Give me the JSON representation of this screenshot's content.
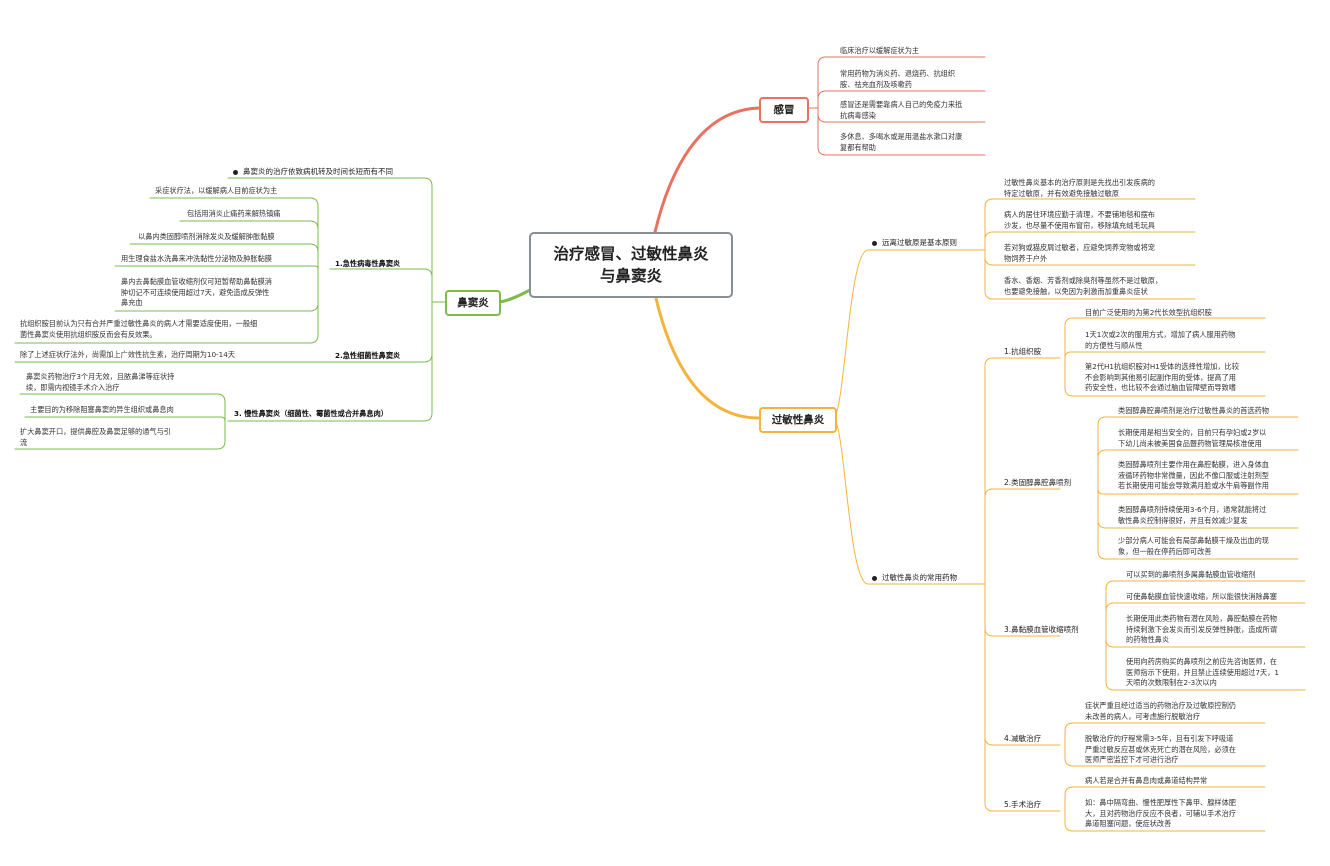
{
  "center_title": "治疗感冒、过敏性鼻炎\n与鼻窦炎",
  "colors": {
    "cold": "#e87261",
    "allergy": "#f3b43c",
    "sinus": "#7dbb4d",
    "center_border": "#8a8f95"
  },
  "cold": {
    "title": "感冒",
    "items": [
      "临床治疗以缓解症状为主",
      "常用药物为消炎药、退烧药、抗组织\n胺、祛充血剂及咳嗽药",
      "感冒还是需要靠病人自己的免疫力来抵\n抗病毒感染",
      "多休息、多喝水或是用温盐水漱口对康\n复都有帮助"
    ]
  },
  "allergy": {
    "title": "过敏性鼻炎",
    "principle": {
      "label": "远离过敏原是基本原则",
      "items": [
        "过敏性鼻炎基本的治疗原则是先找出引发疾病的\n特定过敏原，并有效避免接触过敏原",
        "病人的居住环境应勤于清理，不要铺地毯和摆布\n沙发，也尽量不使用布窗帘，移除填充绒毛玩具",
        "若对狗或猫皮屑过敏者，应避免饲养宠物或将宠\n物饲养于户外",
        "香水、香烟、芳香剂或除臭剂等虽然不是过敏原，\n也要避免接触，以免因为刺激而加重鼻炎症状"
      ]
    },
    "drugs": {
      "label": "过敏性鼻炎的常用药物",
      "groups": [
        {
          "label": "1.抗组织胺",
          "items": [
            "目前广泛使用的为第2代长效型抗组织胺",
            "1天1次或2次的服用方式，增加了病人服用药物\n的方便性与顺从性",
            "第2代H1抗组织胺对H1受体的选择性增加，比较\n不会影响到其他易引起副作用的受体，提高了用\n药安全性，也比较不会通过脑血管障壁而导致嗜"
          ]
        },
        {
          "label": "2.类固醇鼻腔鼻喷剂",
          "items": [
            "类固醇鼻腔鼻喷剂是治疗过敏性鼻炎的首选药物",
            "长期使用是相当安全的，目前只有孕妇或2岁以\n下幼儿尚未被美国食品暨药物管理局核准使用",
            "类固醇鼻喷剂主要作用在鼻腔黏膜，进入身体血\n液循环药物非常微量，因此不像口服或注射剂型\n若长期使用可能会导致满月脸或水牛肩等副作用",
            "类固醇鼻喷剂持续使用3-6个月，通常就能将过\n敏性鼻炎控制得很好，并且有效减少复发",
            "少部分病人可能会有局部鼻黏膜干燥及出血的现\n象，但一般在停药后即可改善"
          ]
        },
        {
          "label": "3.鼻黏膜血管收缩喷剂",
          "items": [
            "可以买到的鼻喷剂多属鼻黏膜血管收缩剂",
            "可使鼻黏膜血管快速收缩，所以能很快消除鼻塞",
            "长期使用此类药物有潜在风险，鼻腔黏膜在药物\n持续刺激下会发炎而引发反弹性肿胀，造成所谓\n的药物性鼻炎",
            "使用向药房购买的鼻喷剂之前应先咨询医师，在\n医师指示下使用，并且禁止连续使用超过7天，1\n天喷的次数限制在2-3次以内"
          ]
        },
        {
          "label": "4.减敏治疗",
          "items": [
            "症状严重且经过适当的药物治疗及过敏原控制仍\n未改善的病人，可考虑施行脱敏治疗",
            "脱敏治疗的疗程常需3-5年，且有引发下呼吸道\n严重过敏反应甚或休克死亡的潜在风险，必须在\n医师严密监控下才可进行治疗"
          ]
        },
        {
          "label": "5.手术治疗",
          "items": [
            "病人若是合并有鼻息肉或鼻道结构异常",
            "如：鼻中隔弯曲、慢性肥厚性下鼻甲、腺样体肥\n大，且对药物治疗反应不良者，可辅以手术治疗\n鼻道阻塞问题，使症状改善"
          ]
        }
      ]
    }
  },
  "sinus": {
    "title": "鼻窦炎",
    "intro": "鼻窦炎的治疗依致病机转及时间长短而有不同",
    "groups": [
      {
        "label": "1.急性病毒性鼻窦炎",
        "items": [
          "采症状疗法，以缓解病人目前症状为主",
          "包括用消炎止痛药来解热镇痛",
          "以鼻内类固醇喷剂消除发炎及缓解肿胀黏膜",
          "用生理食盐水洗鼻来冲洗黏性分泌物及肿胀黏膜",
          "鼻内去鼻黏膜血管收缩剂仅可短暂帮助鼻黏膜消\n肿切记不可连续使用超过7天，避免造成反弹性\n鼻充血",
          "抗组织胺目前认为只有合并严重过敏性鼻炎的病人才需要适度使用，一般细\n菌性鼻窦炎使用抗组织胺反而会有反效果。"
        ]
      },
      {
        "label": "2.急性细菌性鼻窦炎",
        "items": [
          "除了上述症状疗法外，尚需加上广效性抗生素，治疗周期为10-14天"
        ]
      },
      {
        "label": "3. 慢性鼻窦炎（细菌性、霉菌性或合并鼻息肉）",
        "items": [
          "鼻窦炎药物治疗3个月无效，且脓鼻涕等症状持\n续，即需内视镜手术介入治疗",
          "主要目的为移除阻塞鼻窦的异生组织或鼻息肉",
          "扩大鼻窦开口，提供鼻腔及鼻窦足够的通气与引\n流"
        ]
      }
    ]
  }
}
